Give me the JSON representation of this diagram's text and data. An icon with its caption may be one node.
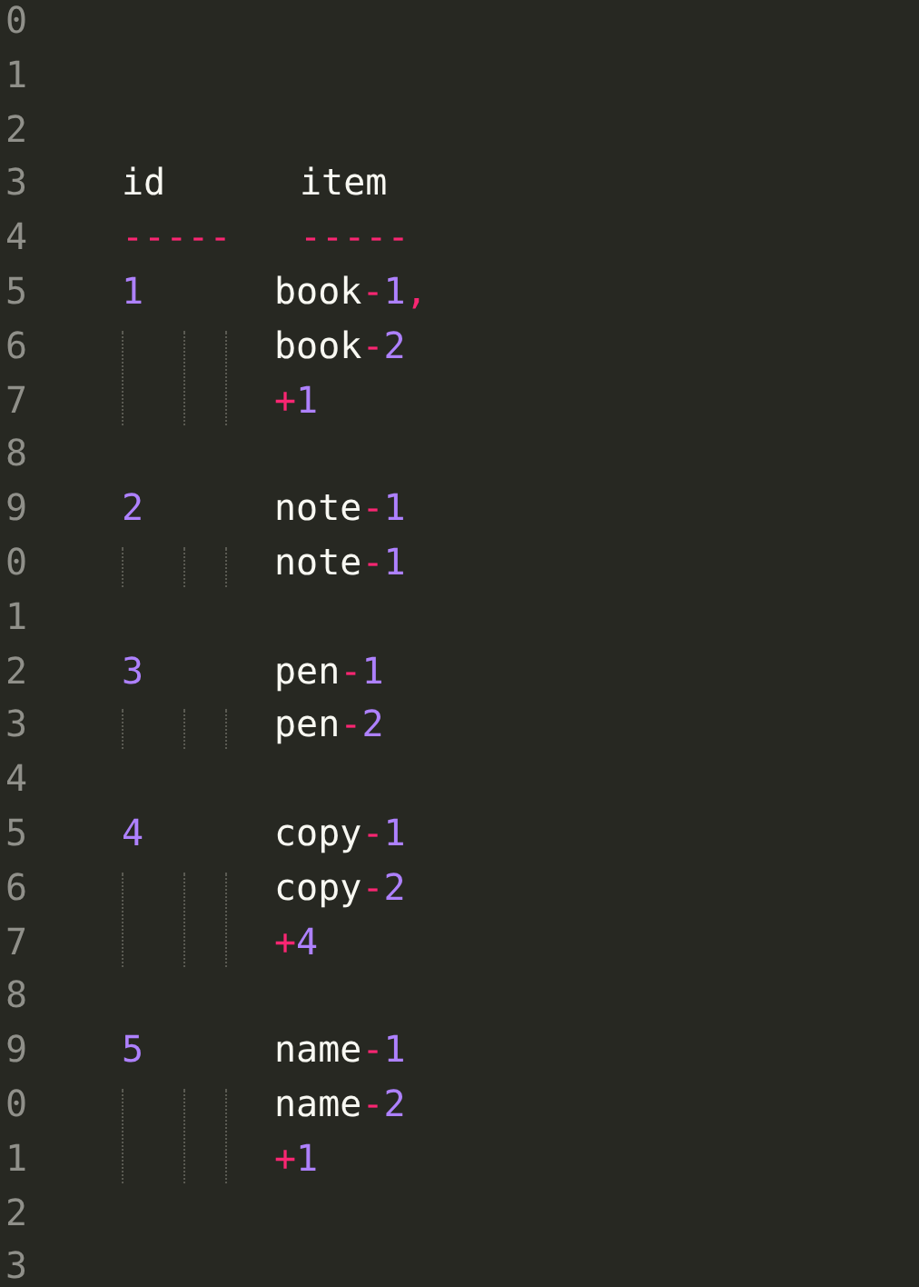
{
  "diagram": {
    "labels": [
      "0",
      "1",
      "2",
      "3",
      "4",
      "5",
      "6",
      "7",
      "8",
      "9",
      "0",
      "1",
      "2",
      "3",
      "4",
      "5",
      "6",
      "7",
      "8",
      "9",
      "0",
      "1",
      "2",
      "3",
      "id",
      "item",
      "-----",
      "-----",
      "1",
      "book-1,",
      "book-2",
      "+1",
      "2",
      "note-1",
      "note-1",
      "3",
      "pen-1",
      "pen-2",
      "4",
      "copy-1",
      "copy-2",
      "+4",
      "5",
      "name-1",
      "name-2",
      "+1"
    ]
  }
}
